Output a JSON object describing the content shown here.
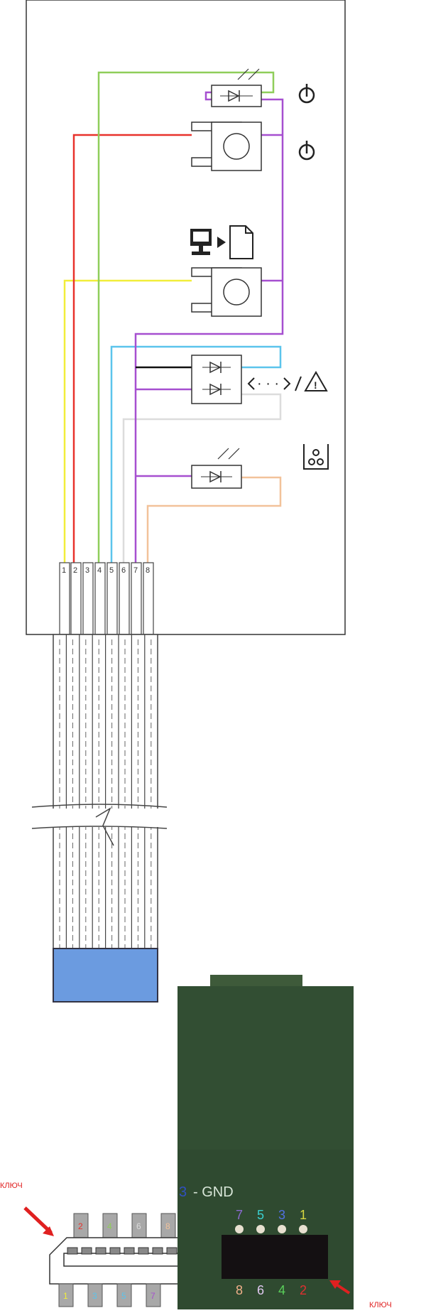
{
  "pins": [
    "1",
    "2",
    "3",
    "4",
    "5",
    "6",
    "7",
    "8"
  ],
  "wire_colors": {
    "yellow": "#f2ee3a",
    "red": "#e8322c",
    "green": "#8fce5a",
    "blue": "#5bc4ec",
    "gray": "#dcdcdc",
    "purple": "#a64fd0",
    "peach": "#f2c29a",
    "black": "#111111"
  },
  "cable_plug_color": "#6b9be0",
  "key_label_left": "КЛЮЧ",
  "key_label_right": "КЛЮЧ",
  "gnd_label": "- GND",
  "gnd_pin": "3",
  "left_connector": {
    "top": [
      "2",
      "4",
      "6",
      "8"
    ],
    "bottom": [
      "1",
      "3",
      "5",
      "7"
    ]
  },
  "photo_connector": {
    "top": [
      "7",
      "5",
      "3",
      "1"
    ],
    "bottom": [
      "8",
      "6",
      "4",
      "2"
    ]
  },
  "symbols": {
    "lamp": "· · ·",
    "warning": "!"
  }
}
